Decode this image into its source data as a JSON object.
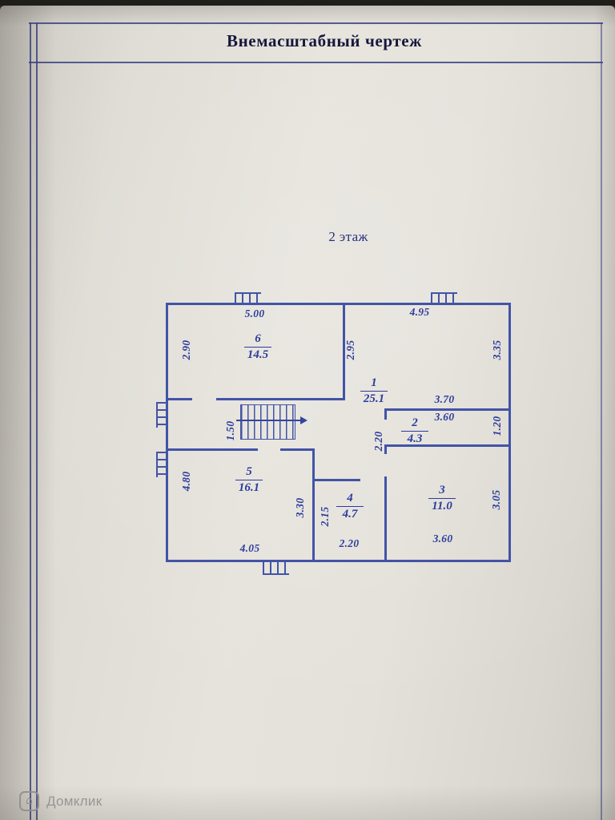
{
  "document": {
    "title": "Внемасштабный чертеж",
    "floor_label": "2 этаж"
  },
  "plan": {
    "rooms": [
      {
        "number": "1",
        "area": "25.1"
      },
      {
        "number": "2",
        "area": "4.3"
      },
      {
        "number": "3",
        "area": "11.0"
      },
      {
        "number": "4",
        "area": "4.7"
      },
      {
        "number": "5",
        "area": "16.1"
      },
      {
        "number": "6",
        "area": "14.5"
      }
    ],
    "dimensions": {
      "room6_width_top": "5.00",
      "room1_width_top": "4.95",
      "room6_height_left": "2.90",
      "room1_height_left": "2.95",
      "room1_height_right": "3.35",
      "room2_width_over": "3.70",
      "room2_width": "3.60",
      "room2_height": "1.20",
      "hall_height": "2.20",
      "stair_passage_width": "1.50",
      "room5_height_left": "4.80",
      "room5_width_bottom": "4.05",
      "room5_height_right": "3.30",
      "room4_height_left": "2.15",
      "room4_width_bottom": "2.20",
      "room3_height_right": "3.05",
      "room3_width_bottom": "3.60"
    }
  },
  "watermark": {
    "text": "Домклик",
    "icon": "⌂"
  },
  "colors": {
    "ink_lines": "#4254a6",
    "ink_text": "#2c3c9c",
    "title_ink": "#17173c",
    "paper": "#e2dfd8",
    "watermark": "#919191"
  }
}
